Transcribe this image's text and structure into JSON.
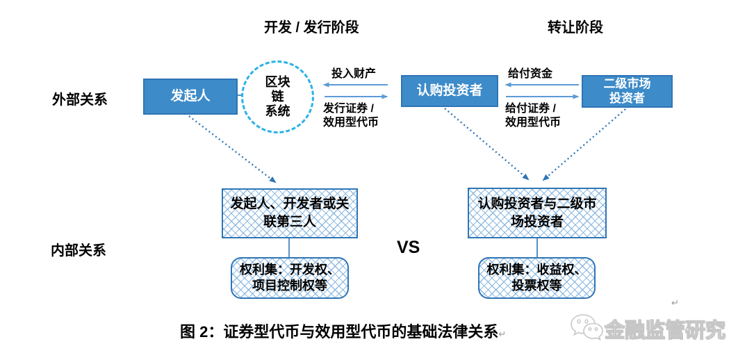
{
  "phases": {
    "development": "开发 / 发行阶段",
    "transfer": "转让阶段"
  },
  "row_labels": {
    "external": "外部关系",
    "internal": "内部关系"
  },
  "external": {
    "sponsor": "发起人",
    "blockchain": {
      "line1": "区块",
      "line2": "链",
      "line3": "系统"
    },
    "subscriber": "认购投资者",
    "secondary": {
      "line1": "二级市场",
      "line2": "投资者"
    },
    "flows": {
      "invest": "投入财产",
      "issue_line1": "发行证券 /",
      "issue_line2": "效用型代币",
      "pay": "给付资金",
      "deliver_line1": "给付证券 /",
      "deliver_line2": "效用型代币"
    }
  },
  "internal": {
    "left_group": {
      "line1": "发起人、开发者或关",
      "line2": "联第三人"
    },
    "left_rights": {
      "line1": "权利集：开发权、",
      "line2": "项目控制权等"
    },
    "vs": "VS",
    "right_group": {
      "line1": "认购投资者与二级市",
      "line2": "场投资者"
    },
    "right_rights": {
      "line1": "权利集：收益权、",
      "line2": "投票权等"
    }
  },
  "caption": "图 2：证券型代币与效用型代币的基础法律关系",
  "watermark": {
    "icon": "wechat-icon",
    "text": "金融监管研究"
  },
  "marks": {
    "pilcrow": "↵"
  },
  "colors": {
    "node_fill": "#3D8BC9",
    "node_border": "#2E75B6",
    "arrow": "#5B9BD5",
    "dotted_connector": "#2E75B6",
    "circle_border": "#29B2E8",
    "hatch_line": "#7EB0DC",
    "text": "#000000",
    "watermark_gray": "#C6C6C6"
  }
}
